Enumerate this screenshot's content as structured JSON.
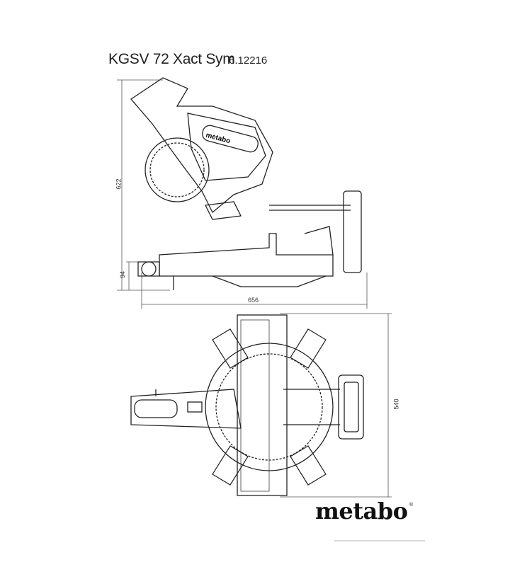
{
  "header": {
    "model": "KGSV 72 Xact Sym",
    "article_number": "6.12216"
  },
  "dimensions": {
    "height_total": "622",
    "height_base": "94",
    "width": "656",
    "depth": "540"
  },
  "brand": {
    "logo_text": "metabo",
    "registered_mark": "®",
    "side_logo_text": "metabo"
  }
}
